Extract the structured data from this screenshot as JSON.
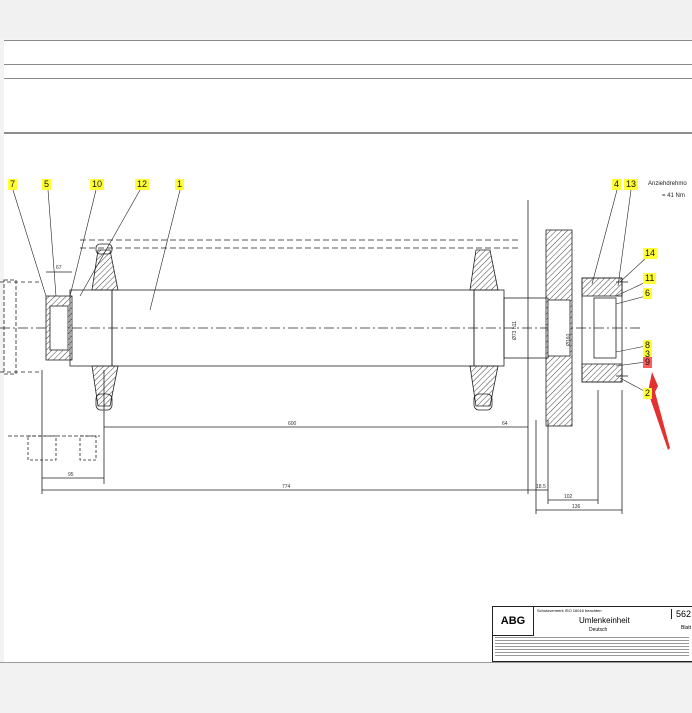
{
  "callouts": [
    {
      "id": "c7",
      "text": "7",
      "color": "yellow"
    },
    {
      "id": "c5",
      "text": "5",
      "color": "yellow"
    },
    {
      "id": "c10",
      "text": "10",
      "color": "yellow"
    },
    {
      "id": "c12",
      "text": "12",
      "color": "yellow"
    },
    {
      "id": "c1",
      "text": "1",
      "color": "yellow"
    },
    {
      "id": "c4",
      "text": "4",
      "color": "yellow"
    },
    {
      "id": "c13",
      "text": "13",
      "color": "yellow"
    },
    {
      "id": "c14",
      "text": "14",
      "color": "yellow"
    },
    {
      "id": "c11",
      "text": "11",
      "color": "yellow"
    },
    {
      "id": "c6",
      "text": "6",
      "color": "yellow"
    },
    {
      "id": "c8",
      "text": "8",
      "color": "yellow"
    },
    {
      "id": "c3",
      "text": "3",
      "color": "yellow"
    },
    {
      "id": "c9",
      "text": "9",
      "color": "red"
    },
    {
      "id": "c2",
      "text": "2",
      "color": "yellow"
    }
  ],
  "notes": {
    "torque_label": "Anziehdrehmo",
    "torque_value": "= 41 Nm"
  },
  "dimensions": {
    "d_67": "67",
    "d_600": "600",
    "d_64": "64",
    "d_95": "95",
    "d_774": "774",
    "d_185": "18.5",
    "d_102": "102",
    "d_136": "136",
    "v_shaft": "Ø73 h11",
    "v_hub": "Ø160"
  },
  "title_block": {
    "logo": "ABG",
    "top_line": "Schutzvermerk ISO 16016 beachten",
    "title": "Umlenkeinheit",
    "subtitle": "Deutsch",
    "drawing_no": "562",
    "blatt": "Blatt"
  },
  "colors": {
    "highlight": "#ffff33",
    "highlight_alert": "#ff5b5b",
    "arrow": "#e53030",
    "line": "#222222"
  }
}
